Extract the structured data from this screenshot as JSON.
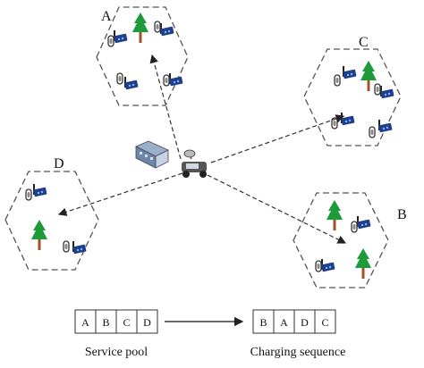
{
  "clusters": [
    {
      "id": "A",
      "label": "A"
    },
    {
      "id": "B",
      "label": "B"
    },
    {
      "id": "C",
      "label": "C"
    },
    {
      "id": "D",
      "label": "D"
    }
  ],
  "service_pool": {
    "cells": [
      "A",
      "B",
      "C",
      "D"
    ],
    "caption": "Service pool"
  },
  "charging_sequence": {
    "cells": [
      "B",
      "A",
      "D",
      "C"
    ],
    "caption": "Charging sequence"
  },
  "icons": {
    "tree": "tree-icon",
    "sensor": "sensor-node-icon",
    "antenna": "antenna-icon",
    "base_station": "base-station-icon",
    "charger": "mobile-charger-icon"
  },
  "colors": {
    "tree_green": "#1f9a3a",
    "trunk_brown": "#a0522d",
    "sensor_blue": "#1f3f8a",
    "dash_gray": "#555555"
  }
}
